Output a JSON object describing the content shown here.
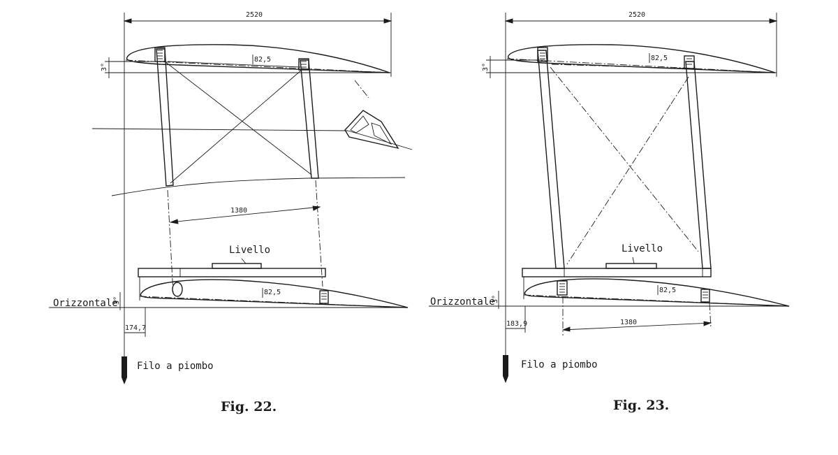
{
  "figures": [
    {
      "caption": "Fig. 22.",
      "span": "2520",
      "angle": "3°",
      "upper_chord": "82,5",
      "lower_chord": "82,5",
      "strut_spacing": "1380",
      "level_label": "Livello",
      "horizontal_label": "Orizzontale",
      "lower_angle": "3°",
      "offset": "174,7",
      "plumb_label": "Filo a piombo"
    },
    {
      "caption": "Fig. 23.",
      "span": "2520",
      "angle": "3°",
      "upper_chord": "82,5",
      "lower_chord": "82,5",
      "strut_spacing": "1380",
      "level_label": "Livello",
      "horizontal_label": "Orizzontale",
      "lower_angle": "3°",
      "offset": "183,9",
      "plumb_label": "Filo a piombo"
    }
  ]
}
